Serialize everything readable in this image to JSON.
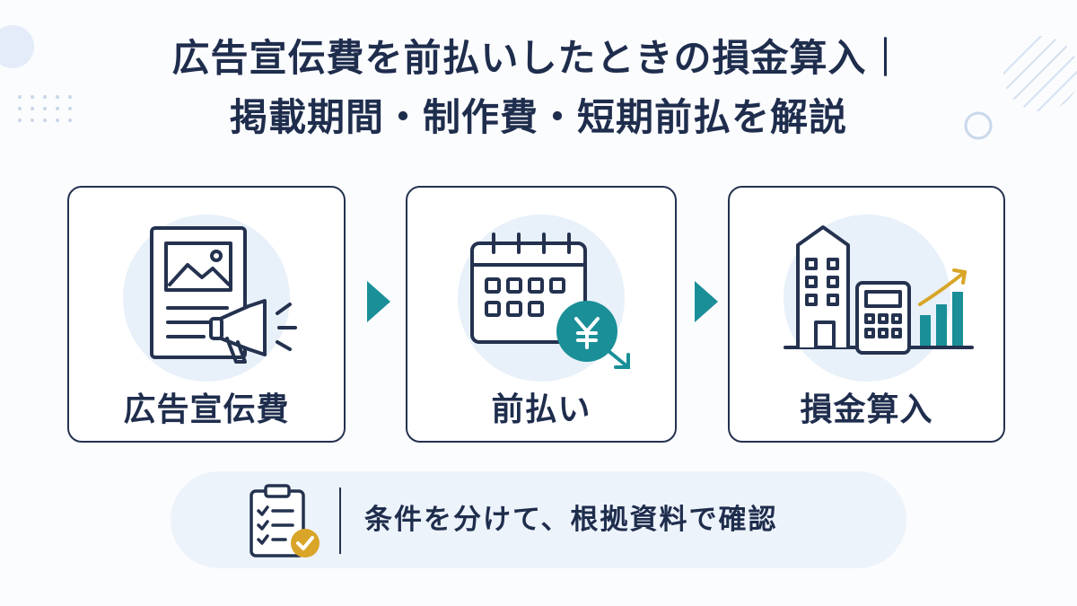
{
  "title": {
    "line1": "広告宣伝費を前払いしたときの損金算入｜",
    "line2": "掲載期間・制作費・短期前払を解説"
  },
  "steps": [
    {
      "label": "広告宣伝費",
      "icon": "document-megaphone-icon"
    },
    {
      "label": "前払い",
      "icon": "calendar-yen-icon"
    },
    {
      "label": "損金算入",
      "icon": "building-calculator-chart-icon"
    }
  ],
  "note": {
    "text": "条件を分けて、根拠資料で確認",
    "icon": "clipboard-check-icon"
  },
  "colors": {
    "navy": "#24324f",
    "teal": "#1a8f98",
    "gold": "#d9a528",
    "halo": "#e8f0f9",
    "note_bg": "#edf3fa"
  }
}
